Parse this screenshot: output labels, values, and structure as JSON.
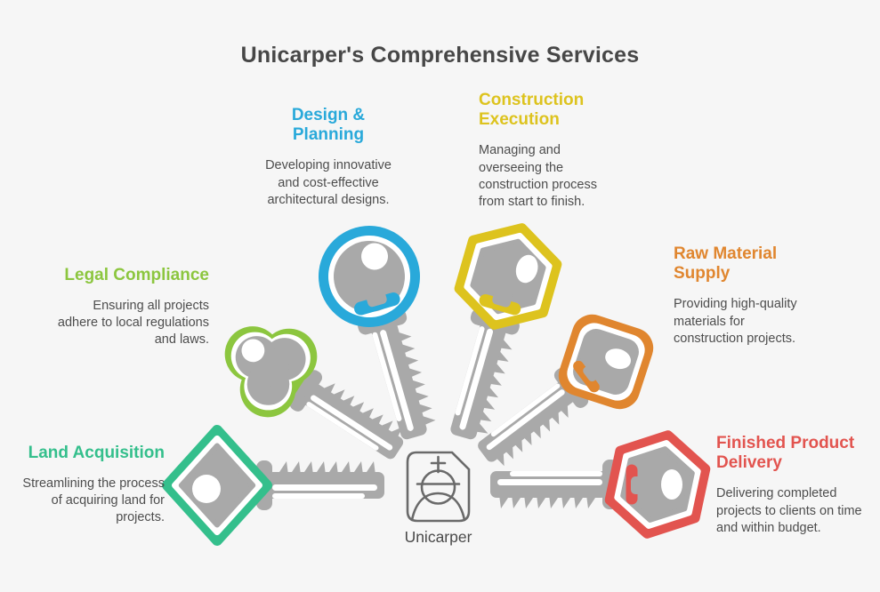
{
  "title": "Unicarper's Comprehensive Services",
  "center": {
    "label": "Unicarper",
    "icon": "engineer-document-icon"
  },
  "palette": {
    "background": "#f6f6f6",
    "key_gray": "#a9a9a9",
    "body_text": "#4d4d4d",
    "title_text": "#474747",
    "icon_stroke": "#6a6a6a"
  },
  "services": [
    {
      "id": "land-acquisition",
      "name": "Land Acquisition",
      "color": "#34bf8c",
      "description": "Streamlining the process of acquiring land for projects."
    },
    {
      "id": "legal-compliance",
      "name": "Legal Compliance",
      "color": "#8cc63f",
      "description": "Ensuring all projects adhere to local regulations and laws."
    },
    {
      "id": "design-planning",
      "name": "Design & Planning",
      "color": "#29a9da",
      "description": "Developing innovative and cost-effective architectural designs."
    },
    {
      "id": "construction-execution",
      "name": "Construction Execution",
      "color": "#ddc31e",
      "description": "Managing and overseeing the construction process from start to finish."
    },
    {
      "id": "raw-material-supply",
      "name": "Raw Material Supply",
      "color": "#e0862f",
      "description": "Providing high-quality materials for construction projects."
    },
    {
      "id": "finished-product-delivery",
      "name": "Finished Product Delivery",
      "color": "#e2544f",
      "description": "Delivering completed projects to clients on time and within budget."
    }
  ]
}
